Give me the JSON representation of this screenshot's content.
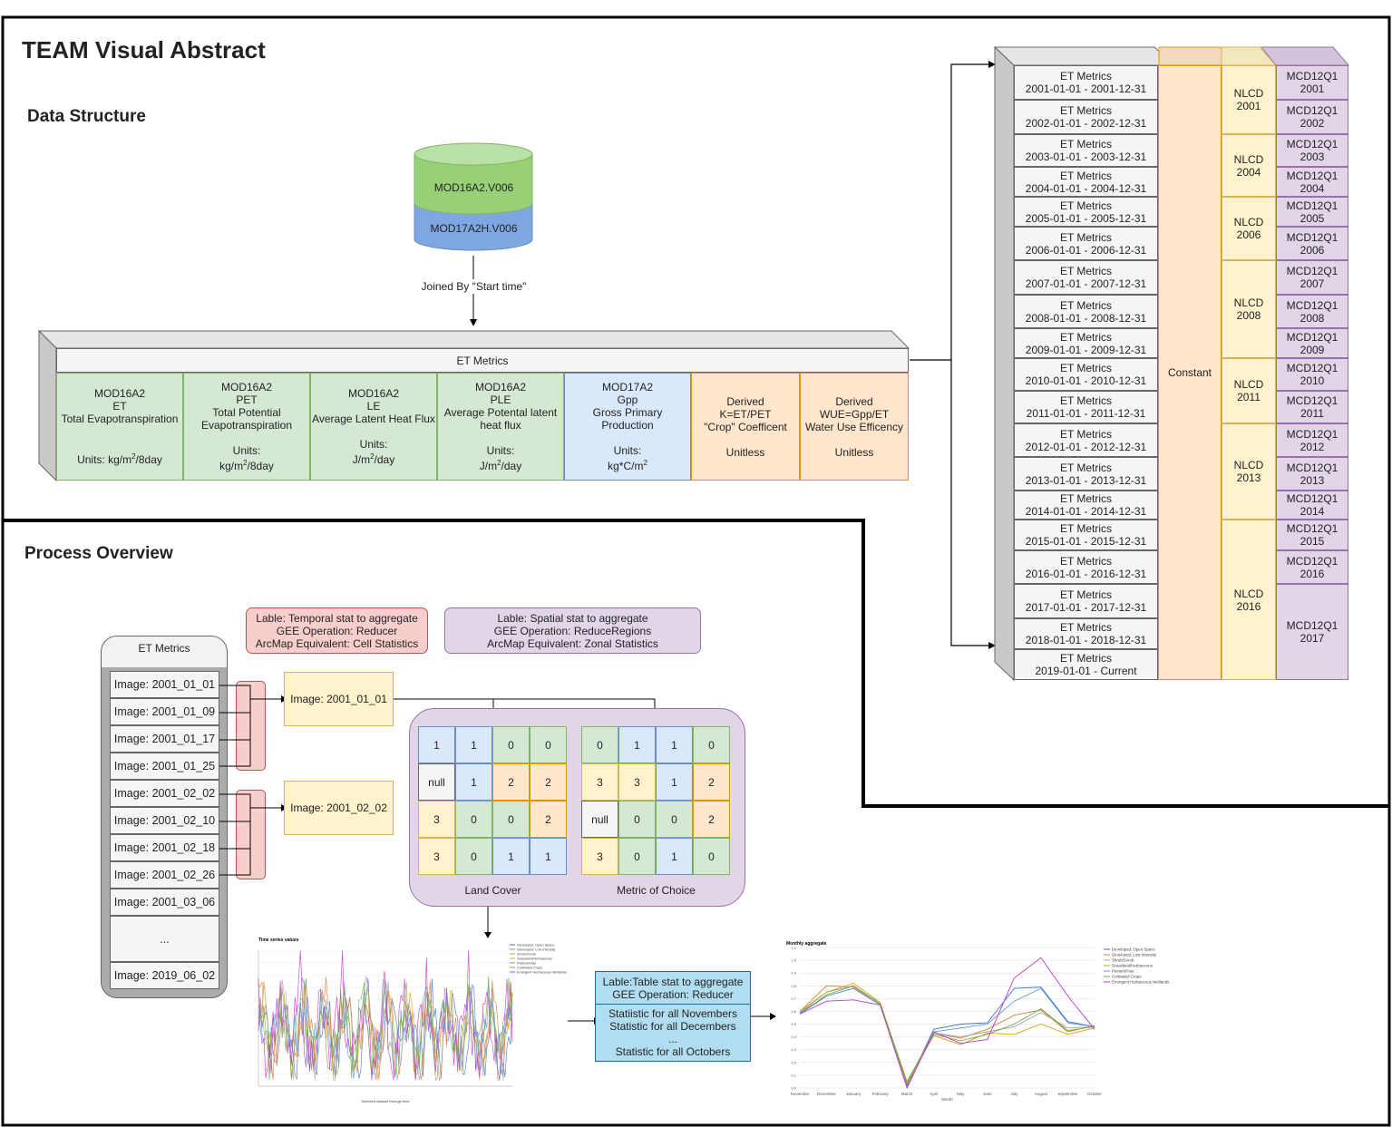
{
  "title": "TEAM Visual Abstract",
  "data_structure": {
    "heading": "Data Structure",
    "db_top": "MOD16A2.V006",
    "db_bottom": "MOD17A2H.V006",
    "join_label": "Joined By \"Start time\"",
    "table_header": "ET Metrics",
    "columns": [
      {
        "lines": [
          "MOD16A2",
          "ET",
          "Total Evapotranspiration",
          "",
          ""
        ],
        "unit_pre": "Units: kg/m",
        "unit_sup": "2",
        "unit_post": "/8day",
        "color": "green"
      },
      {
        "lines": [
          "MOD16A2",
          "PET",
          "Total Potential",
          "Evapotranspiration",
          "",
          "Units:"
        ],
        "unit_pre": "kg/m",
        "unit_sup": "2",
        "unit_post": "/8day",
        "color": "green"
      },
      {
        "lines": [
          "MOD16A2",
          "LE",
          "Average Latent Heat Flux",
          "",
          "Units:"
        ],
        "unit_pre": "J/m",
        "unit_sup": "2",
        "unit_post": "/day",
        "color": "green"
      },
      {
        "lines": [
          "MOD16A2",
          "PLE",
          "Average Potental latent",
          "heat flux",
          "",
          "Units:"
        ],
        "unit_pre": "J/m",
        "unit_sup": "2",
        "unit_post": "/day",
        "color": "green"
      },
      {
        "lines": [
          "MOD17A2",
          "Gpp",
          "Gross Primary",
          "Production",
          "",
          "Units:"
        ],
        "unit_pre": "kg*C/m",
        "unit_sup": "2",
        "unit_post": "",
        "color": "blue"
      },
      {
        "lines": [
          "Derived",
          "K=ET/PET",
          "\"Crop\" Coefficent",
          "",
          "Unitless"
        ],
        "unit_pre": "",
        "unit_sup": "",
        "unit_post": "",
        "color": "orange"
      },
      {
        "lines": [
          "Derived",
          "WUE=Gpp/ET",
          "Water Use Efficency",
          "",
          "Unitless"
        ],
        "unit_pre": "",
        "unit_sup": "",
        "unit_post": "",
        "color": "orange"
      }
    ]
  },
  "yearly_stack": {
    "et_label": "ET Metrics",
    "et_rows": [
      "2001-01-01 - 2001-12-31",
      "2002-01-01 - 2002-12-31",
      "2003-01-01 - 2003-12-31",
      "2004-01-01 - 2004-12-31",
      "2005-01-01 - 2005-12-31",
      "2006-01-01 - 2006-12-31",
      "2007-01-01 - 2007-12-31",
      "2008-01-01 - 2008-12-31",
      "2009-01-01 - 2009-12-31",
      "2010-01-01 - 2010-12-31",
      "2011-01-01 - 2011-12-31",
      "2012-01-01 - 2012-12-31",
      "2013-01-01 - 2013-12-31",
      "2014-01-01 - 2014-12-31",
      "2015-01-01 - 2015-12-31",
      "2016-01-01 - 2016-12-31",
      "2017-01-01 - 2017-12-31",
      "2018-01-01 - 2018-12-31",
      "2019-01-01 - Current"
    ],
    "constant": "Constant",
    "nlcd": [
      "NLCD\n2001",
      "NLCD\n2004",
      "NLCD\n2006",
      "NLCD\n2008",
      "NLCD\n2011",
      "NLCD\n2013",
      "NLCD\n2016"
    ],
    "mcd": [
      "MCD12Q1\n2001",
      "MCD12Q1\n2002",
      "MCD12Q1\n2003",
      "MCD12Q1\n2004",
      "MCD12Q1\n2005",
      "MCD12Q1\n2006",
      "MCD12Q1\n2007",
      "MCD12Q1\n2008",
      "MCD12Q1\n2009",
      "MCD12Q1\n2010",
      "MCD12Q1\n2011",
      "MCD12Q1\n2012",
      "MCD12Q1\n2013",
      "MCD12Q1\n2014",
      "MCD12Q1\n2015",
      "MCD12Q1\n2016",
      "MCD12Q1\n2017"
    ]
  },
  "process": {
    "heading": "Process Overview",
    "temporal_note": "Lable: Temporal stat to aggregate\nGEE Operation: Reducer\nArcMap Equivalent: Cell Statistics",
    "spatial_note": "Lable: Spatial stat to aggregate\nGEE Operation: ReduceRegions\nArcMap Equivalent: Zonal Statistics",
    "list_title": "ET Metrics",
    "images": [
      "Image: 2001_01_01",
      "Image: 2001_01_09",
      "Image: 2001_01_17",
      "Image: 2001_01_25",
      "Image: 2001_02_02",
      "Image: 2001_02_10",
      "Image: 2001_02_18",
      "Image: 2001_02_26",
      "Image: 2001_03_06",
      "...",
      "Image: 2019_06_02"
    ],
    "agg1": "Image: 2001_01_01",
    "agg2": "Image: 2001_02_02",
    "land_cover_label": "Land Cover",
    "metric_label": "Metric of Choice",
    "land_cover_grid": [
      [
        "1",
        "1",
        "0",
        "0"
      ],
      [
        "null",
        "1",
        "2",
        "2"
      ],
      [
        "3",
        "0",
        "0",
        "2"
      ],
      [
        "3",
        "0",
        "1",
        "1"
      ]
    ],
    "metric_grid": [
      [
        "0",
        "1",
        "1",
        "0"
      ],
      [
        "3",
        "3",
        "1",
        "2"
      ],
      [
        "null",
        "0",
        "0",
        "2"
      ],
      [
        "3",
        "0",
        "1",
        "0"
      ]
    ],
    "table_note_top": "Lable:Table stat to aggregate\nGEE Operation: Reducer",
    "table_note_bottom": "Statiistic for all  Novembers\nStatistic for all Decembers\n...\nStatistic for all Octobers"
  },
  "chart_data": [
    {
      "type": "line",
      "title": "Time series values",
      "xlabel": "Selected dataset through time",
      "legend": [
        "Developed, Open Space",
        "Developed, Low Intensity",
        "Shrub/Scrub",
        "Grassland/Herbaceous",
        "Pasture/Hay",
        "Cultivated Crops",
        "Emergent Herbaceous Wetlands"
      ],
      "series_colors": [
        "#4472c4",
        "#e07b39",
        "#a5a5a5",
        "#d4a017",
        "#5b9bd5",
        "#70ad47",
        "#c03acd"
      ],
      "ylim": [
        0,
        1.1
      ]
    },
    {
      "type": "line",
      "title": "Monthly aggregate",
      "xlabel": "Month",
      "categories": [
        "November",
        "December",
        "January",
        "February",
        "March",
        "April",
        "May",
        "June",
        "July",
        "August",
        "September",
        "October"
      ],
      "ylim": [
        0,
        1.1
      ],
      "series": [
        {
          "name": "Developed, Open Space",
          "color": "#4472c4",
          "values": [
            0.58,
            0.72,
            0.78,
            0.65,
            0.02,
            0.46,
            0.5,
            0.51,
            0.78,
            0.79,
            0.52,
            0.48
          ]
        },
        {
          "name": "Developed, Low Intensity",
          "color": "#e07b39",
          "values": [
            0.6,
            0.8,
            0.79,
            0.66,
            0.03,
            0.43,
            0.39,
            0.46,
            0.57,
            0.61,
            0.44,
            0.49
          ]
        },
        {
          "name": "Shrub/Scrub",
          "color": "#a5a5a5",
          "values": [
            0.59,
            0.75,
            0.8,
            0.66,
            0.05,
            0.43,
            0.4,
            0.44,
            0.48,
            0.59,
            0.47,
            0.48
          ]
        },
        {
          "name": "Grassland/Herbaceous",
          "color": "#d4a017",
          "values": [
            0.6,
            0.75,
            0.82,
            0.67,
            0.04,
            0.41,
            0.34,
            0.43,
            0.42,
            0.5,
            0.42,
            0.47
          ]
        },
        {
          "name": "Pasture/Hay",
          "color": "#5b9bd5",
          "values": [
            0.59,
            0.72,
            0.78,
            0.65,
            0.01,
            0.44,
            0.47,
            0.5,
            0.68,
            0.78,
            0.51,
            0.48
          ]
        },
        {
          "name": "Cultivated Crops",
          "color": "#70ad47",
          "values": [
            0.58,
            0.73,
            0.8,
            0.66,
            0.05,
            0.42,
            0.37,
            0.42,
            0.5,
            0.62,
            0.45,
            0.48
          ]
        },
        {
          "name": "Emergent Herbaceous Wetlands",
          "color": "#c03acd",
          "values": [
            0.58,
            0.68,
            0.69,
            0.65,
            0.0,
            0.44,
            0.35,
            0.38,
            0.86,
            1.02,
            0.72,
            0.46
          ]
        }
      ]
    }
  ]
}
